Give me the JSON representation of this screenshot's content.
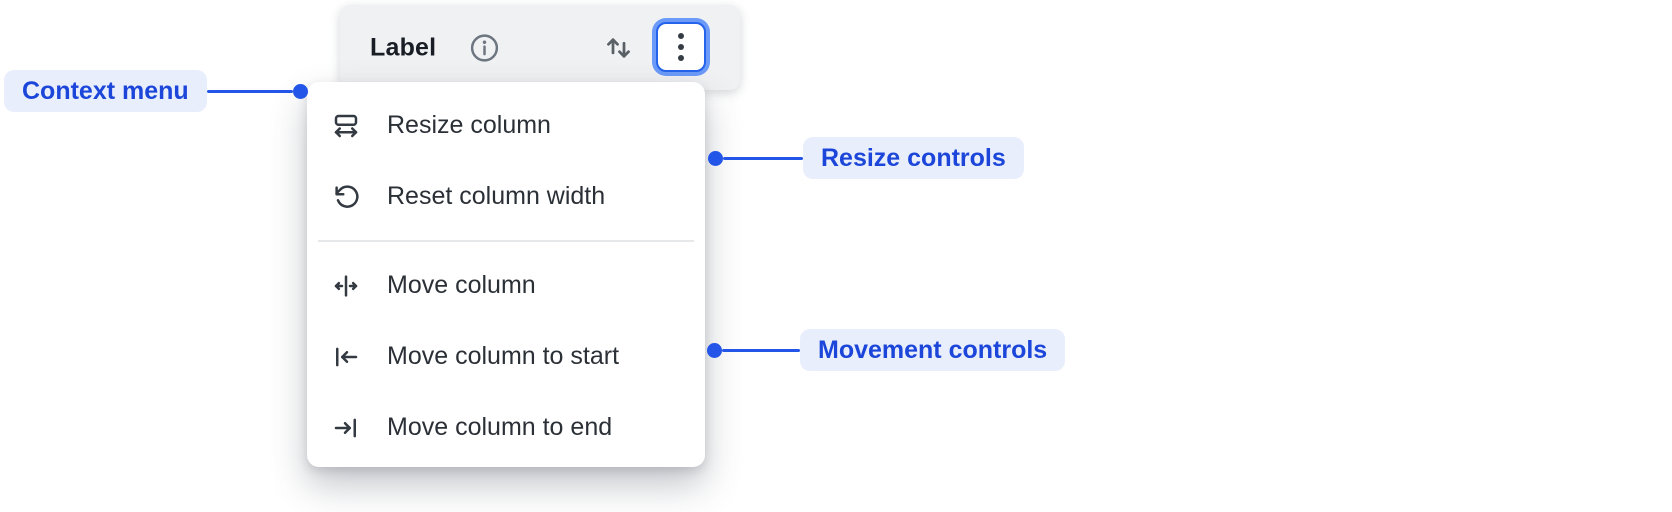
{
  "header": {
    "label": "Label",
    "info_icon": "info-circle",
    "sort_icon": "sort-up-down-arrows",
    "menu_button_icon": "vertical-ellipsis"
  },
  "context_menu": {
    "items": [
      {
        "label": "Resize column",
        "icon": "resize-column"
      },
      {
        "label": "Reset column width",
        "icon": "reset-column-width"
      },
      {
        "label": "Move column",
        "icon": "move-column"
      },
      {
        "label": "Move column to start",
        "icon": "move-column-to-start"
      },
      {
        "label": "Move column to end",
        "icon": "move-column-to-end"
      }
    ],
    "divider_after_index": 1
  },
  "annotations": {
    "context": {
      "label": "Context menu"
    },
    "resize": {
      "label": "Resize controls"
    },
    "movement": {
      "label": "Movement controls"
    }
  },
  "colors": {
    "header_bg": "#f0f1f3",
    "menu_bg": "#ffffff",
    "menu_text": "#2b3037",
    "divider": "#e7e8ea",
    "focus_ring_outer": "#6b9af8",
    "focus_ring_border": "#2563eb",
    "annotation_text": "#1b46d9",
    "annotation_pill_bg": "#e9eefd",
    "connector_blue": "#2356e8"
  }
}
